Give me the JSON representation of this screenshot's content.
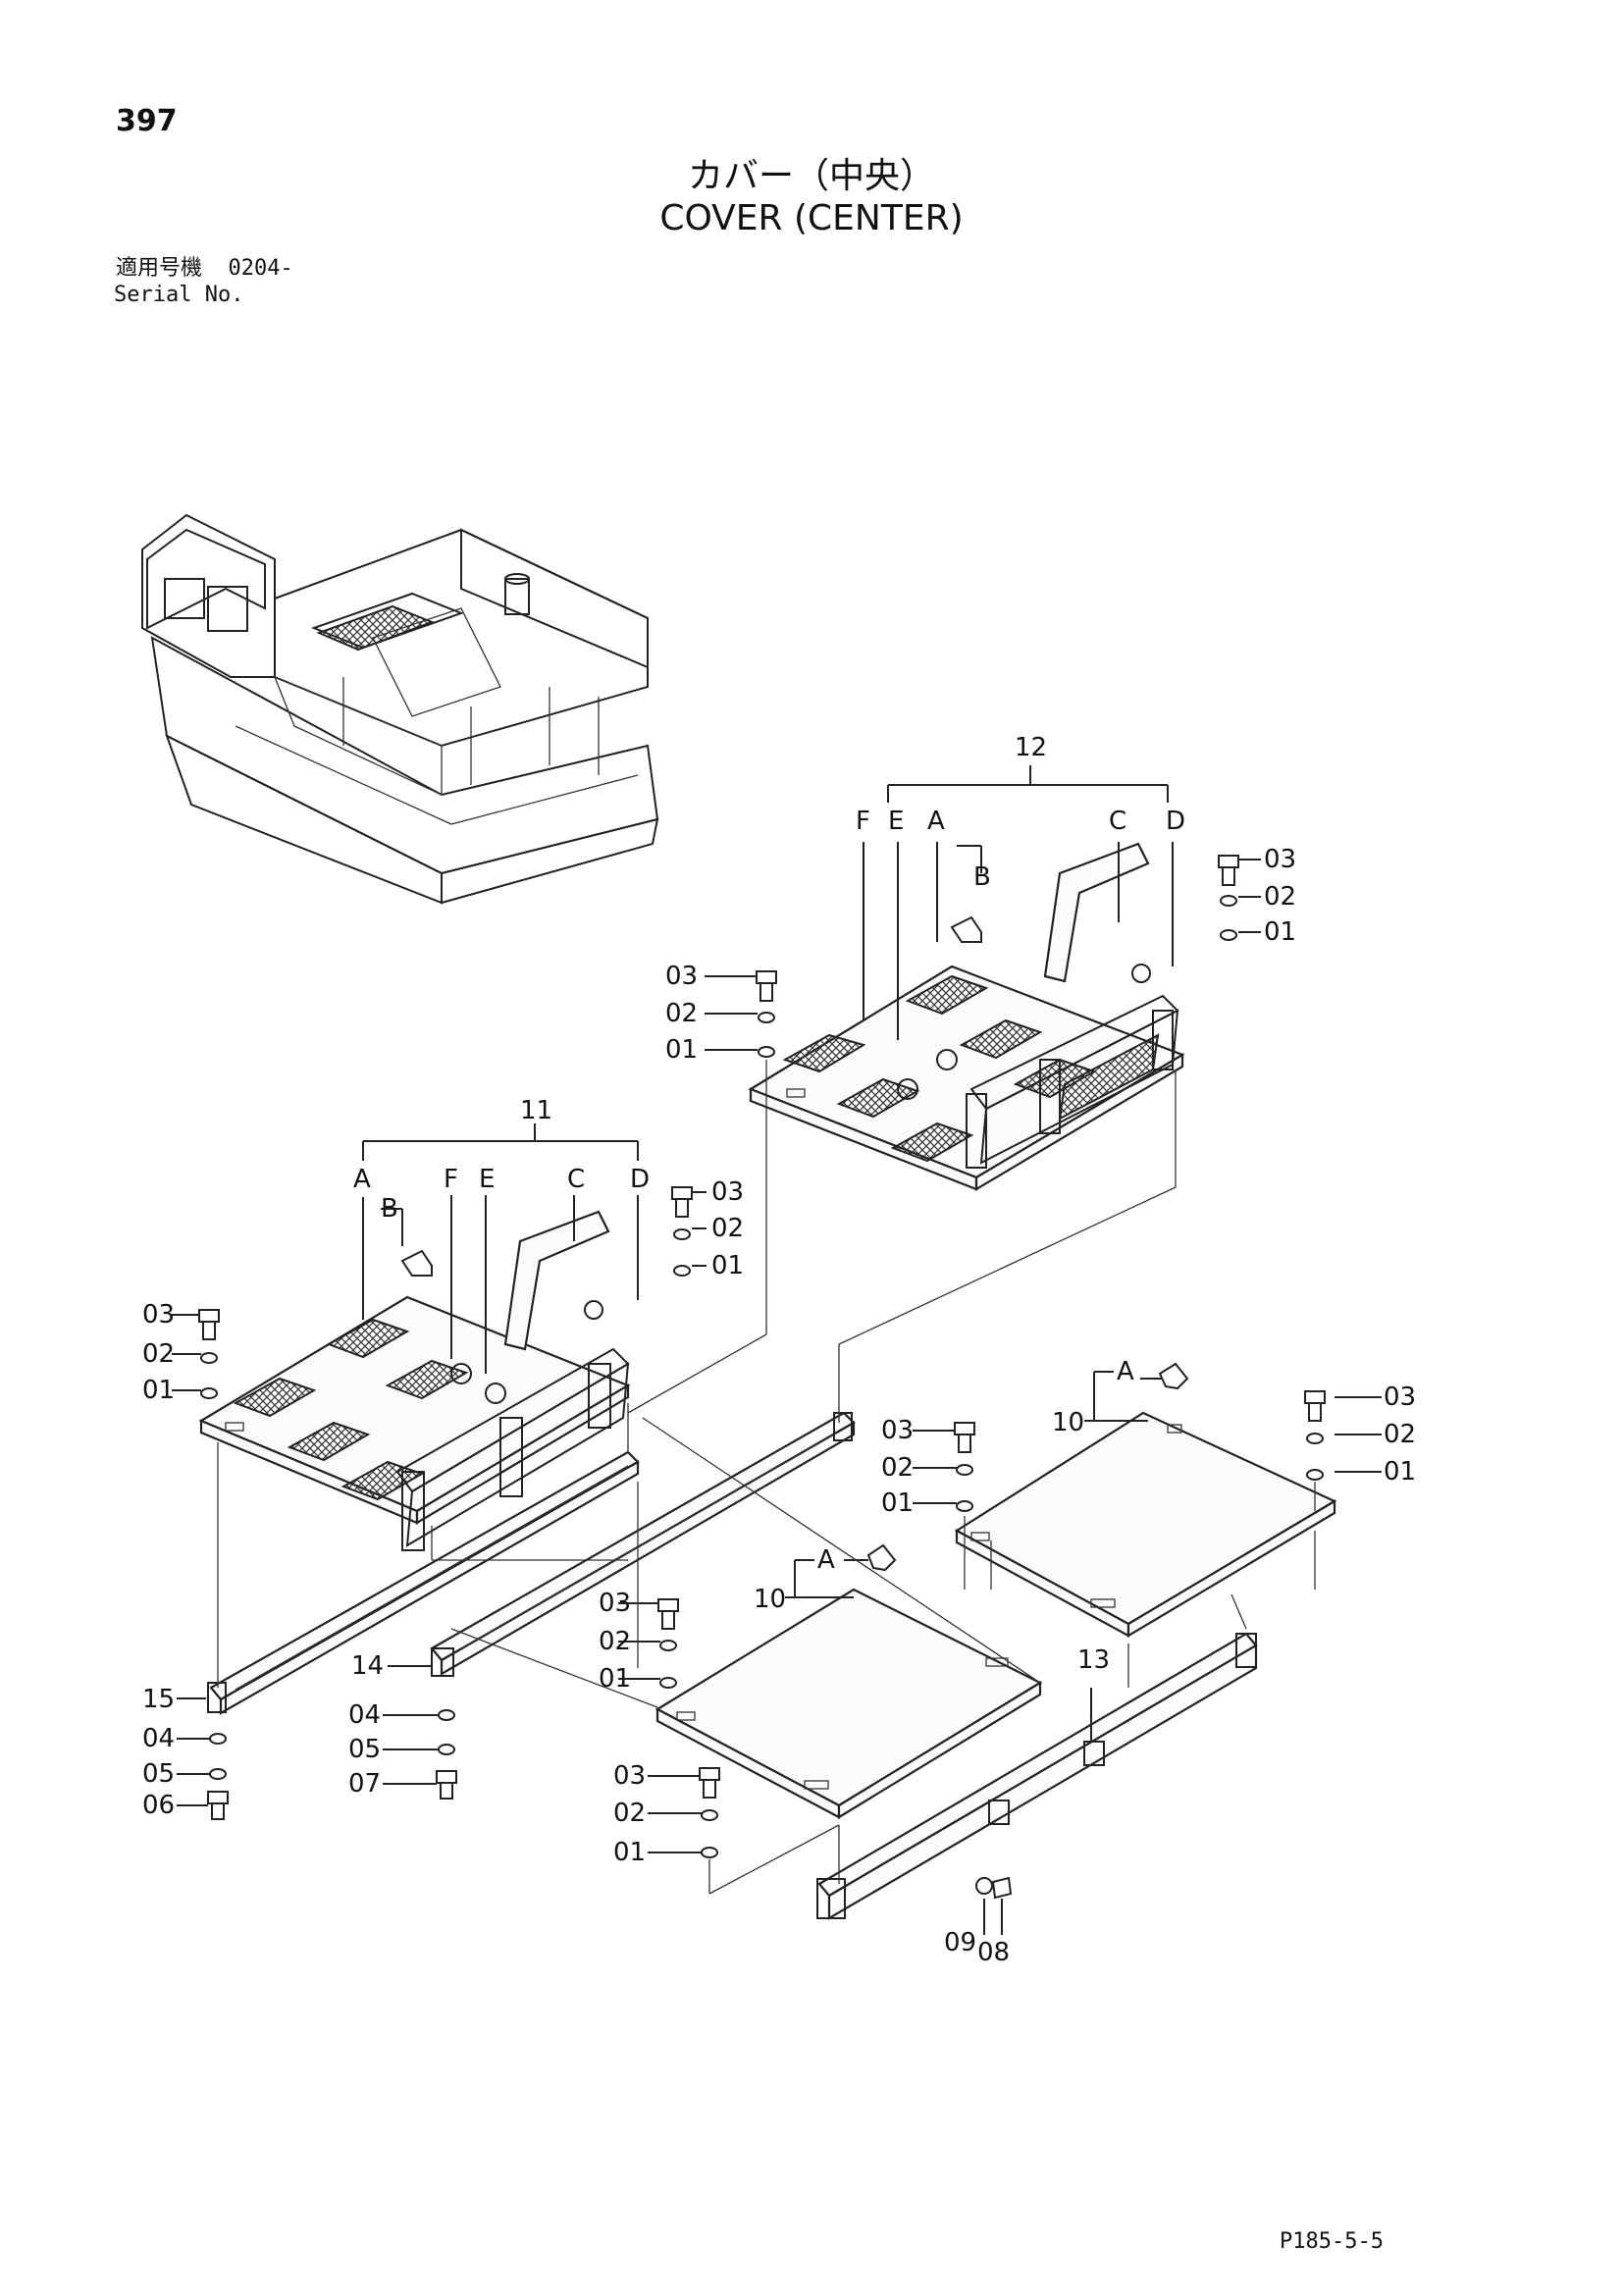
{
  "header": {
    "page_number": "397",
    "title_jp": "カバー（中央）",
    "title_en": "COVER (CENTER)",
    "serial_label_jp": "適用号機",
    "serial_value": "0204-",
    "serial_label_en": "Serial No."
  },
  "footer": {
    "reference": "P185-5-5"
  },
  "callouts": {
    "c01": "01",
    "c02": "02",
    "c03": "03",
    "c04": "04",
    "c05": "05",
    "c06": "06",
    "c07": "07",
    "c08": "08",
    "c09": "09",
    "c10": "10",
    "c11": "11",
    "c12": "12",
    "c13": "13",
    "c14": "14",
    "c15": "15",
    "A": "A",
    "B": "B",
    "C": "C",
    "D": "D",
    "E": "E",
    "F": "F"
  }
}
